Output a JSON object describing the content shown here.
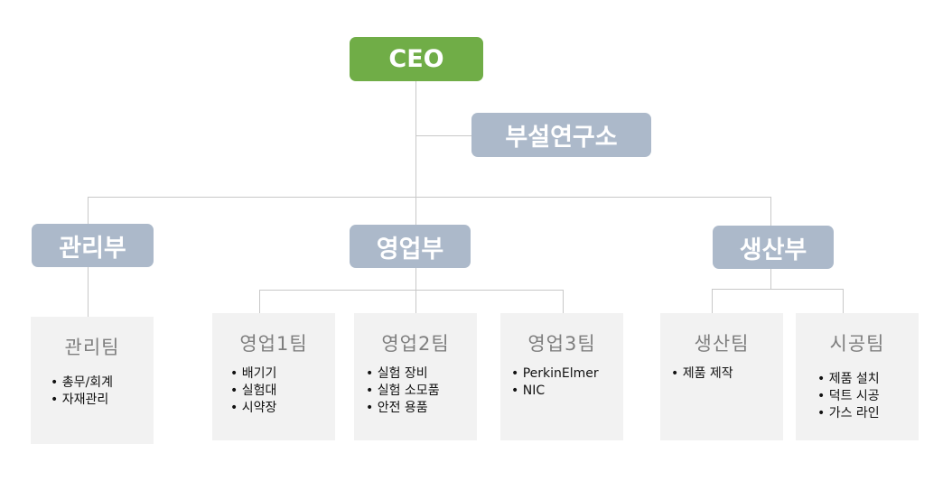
{
  "ceo": "CEO",
  "lab": "부설연구소",
  "departments": [
    "관리부",
    "영업부",
    "생산부"
  ],
  "teams": [
    {
      "name": "관리팀",
      "items": [
        "총무/회계",
        "자재관리"
      ]
    },
    {
      "name": "영업1팀",
      "items": [
        "배기기",
        "실험대",
        "시약장"
      ]
    },
    {
      "name": "영업2팀",
      "items": [
        "실험 장비",
        "실험 소모품",
        "안전 용품"
      ]
    },
    {
      "name": "영업3팀",
      "items": [
        "PerkinElmer",
        "NIC"
      ]
    },
    {
      "name": "생산팀",
      "items": [
        "제품 제작"
      ]
    },
    {
      "name": "시공팀",
      "items": [
        "제품 설치",
        "덕트 시공",
        "가스 라인"
      ]
    }
  ]
}
